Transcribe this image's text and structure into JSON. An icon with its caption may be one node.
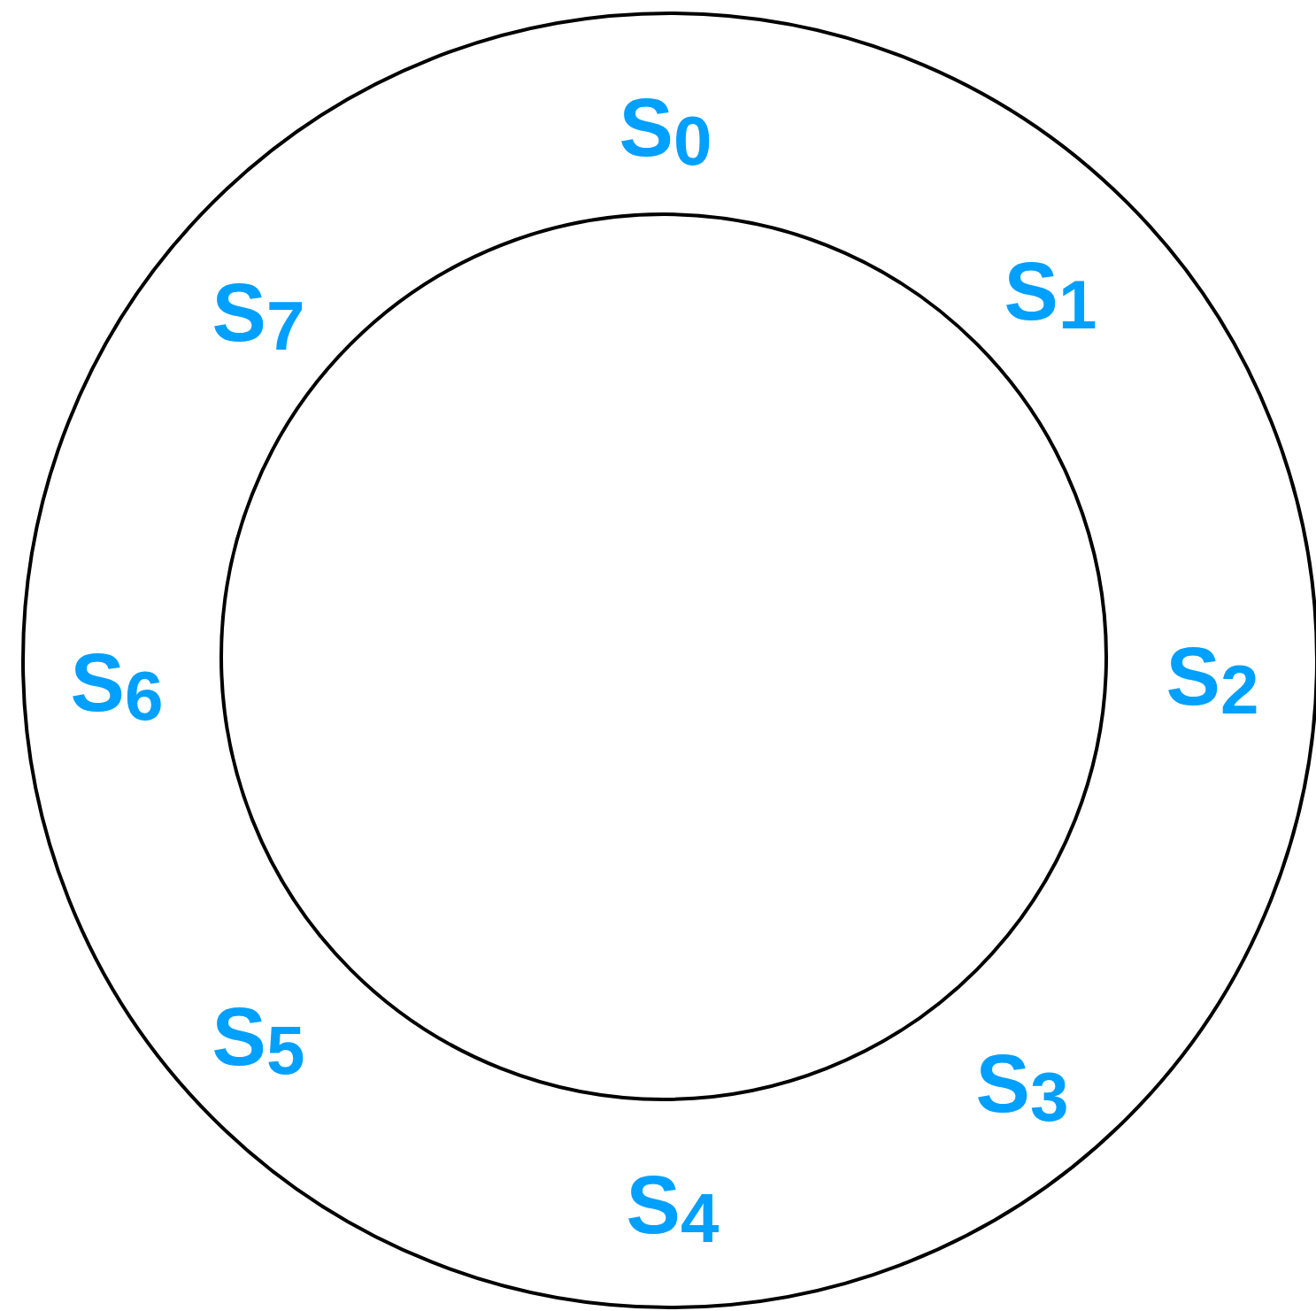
{
  "diagram": {
    "labels": [
      "S$_{0}$",
      "S$_{1}$",
      "S$_{2}$",
      "S$_{3}$",
      "S$_{4}$",
      "S$_{5}$",
      "S$_{6}$",
      "S$_{7}$"
    ]
  }
}
